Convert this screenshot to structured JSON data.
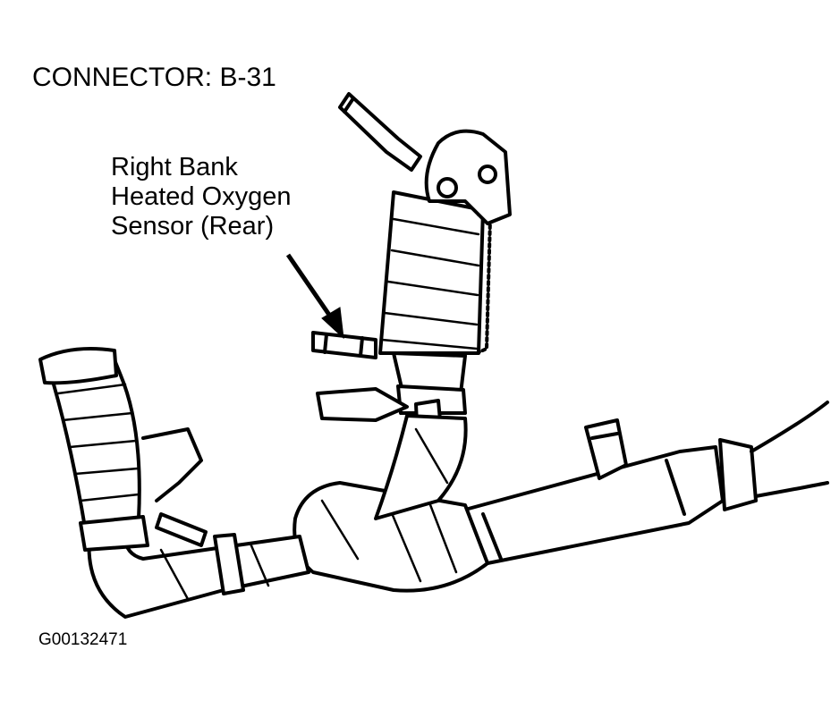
{
  "diagram": {
    "connector_label": "CONNECTOR: B-31",
    "callout_lines": [
      "Right Bank",
      "Heated Oxygen",
      "Sensor (Rear)"
    ],
    "figure_id": "G00132471",
    "colors": {
      "ink": "#000000",
      "paper": "#ffffff"
    }
  }
}
